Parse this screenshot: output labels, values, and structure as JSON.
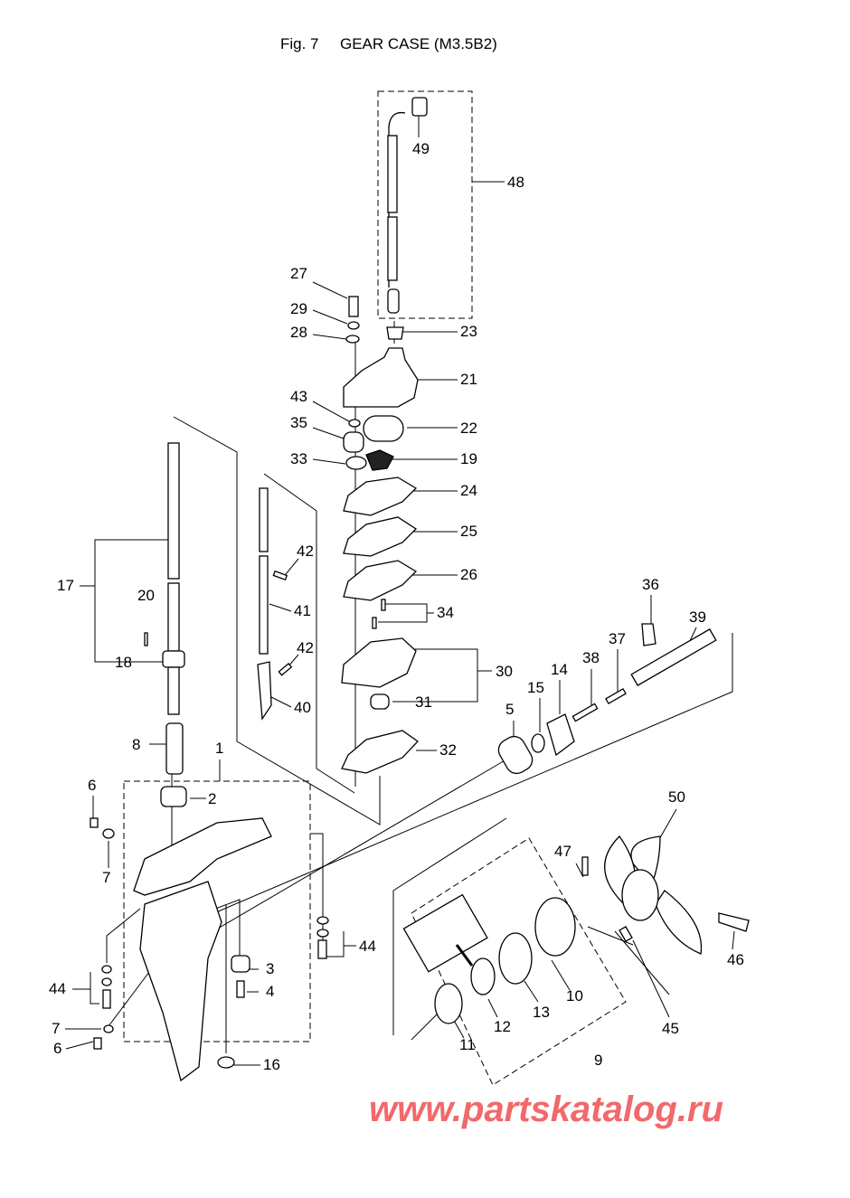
{
  "title": {
    "fig": "Fig. 7",
    "name": "GEAR CASE (M3.5B2)"
  },
  "callouts": {
    "c1": "1",
    "c2": "2",
    "c3": "3",
    "c4": "4",
    "c5": "5",
    "c6a": "6",
    "c6b": "6",
    "c7a": "7",
    "c7b": "7",
    "c8": "8",
    "c9": "9",
    "c10": "10",
    "c11": "11",
    "c12": "12",
    "c13": "13",
    "c14": "14",
    "c15": "15",
    "c16": "16",
    "c17": "17",
    "c18": "18",
    "c19": "19",
    "c20": "20",
    "c21": "21",
    "c22": "22",
    "c23": "23",
    "c24": "24",
    "c25": "25",
    "c26": "26",
    "c27": "27",
    "c28": "28",
    "c29": "29",
    "c30": "30",
    "c31": "31",
    "c32": "32",
    "c33": "33",
    "c34": "34",
    "c35": "35",
    "c36": "36",
    "c37": "37",
    "c38": "38",
    "c39": "39",
    "c40": "40",
    "c41": "41",
    "c42a": "42",
    "c42b": "42",
    "c43": "43",
    "c44a": "44",
    "c44b": "44",
    "c45": "45",
    "c46": "46",
    "c47": "47",
    "c48": "48",
    "c49": "49",
    "c50": "50"
  },
  "watermark": "www.partskatalog.ru",
  "colors": {
    "watermark": "#f0595c",
    "lines": "#000000"
  }
}
